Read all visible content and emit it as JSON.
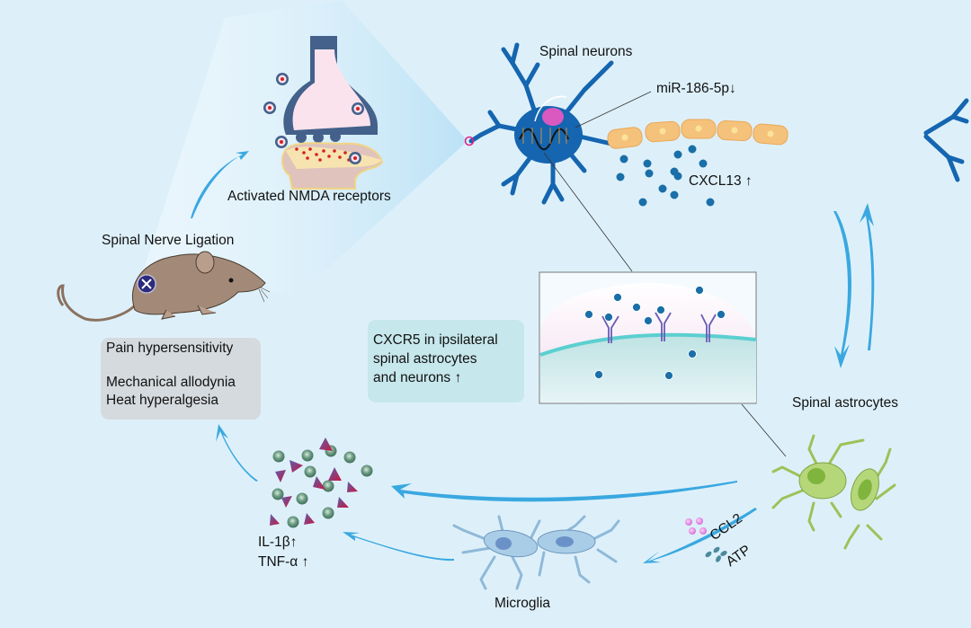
{
  "figure": {
    "background_color": "#ddf0fa",
    "arrow_color": "#3aa8e0",
    "neuron_color": "#1565b0",
    "myelin_color": "#f5c27c",
    "astrocyte_color": "#9cc25a",
    "microglia_color": "#a9cde6",
    "chemokine_dot_color": "#1a6fa8"
  },
  "labels": {
    "spinal_neurons": "Spinal neurons",
    "mir": "miR-186-5p",
    "mir_trend": "↓",
    "cxcl13": "CXCL13",
    "cxcl13_trend": "↑",
    "nmda": "Activated NMDA receptors",
    "snl": "Spinal Nerve Ligation",
    "astrocytes": "Spinal astrocytes",
    "microglia": "Microglia",
    "ccl2": "CCL2",
    "atp": "ATP",
    "il1b": "IL-1β",
    "il1b_trend": "↑",
    "tnfa": "TNF-α",
    "tnfa_trend": "↑"
  },
  "pain_box": {
    "title": "Pain hypersensitivity",
    "items": [
      "Mechanical allodynia",
      "Heat hyperalgesia"
    ]
  },
  "cxcr5_box": {
    "lines": [
      "CXCR5 in ipsilateral",
      "spinal astrocytes",
      "and neurons"
    ],
    "trend": "↑"
  }
}
